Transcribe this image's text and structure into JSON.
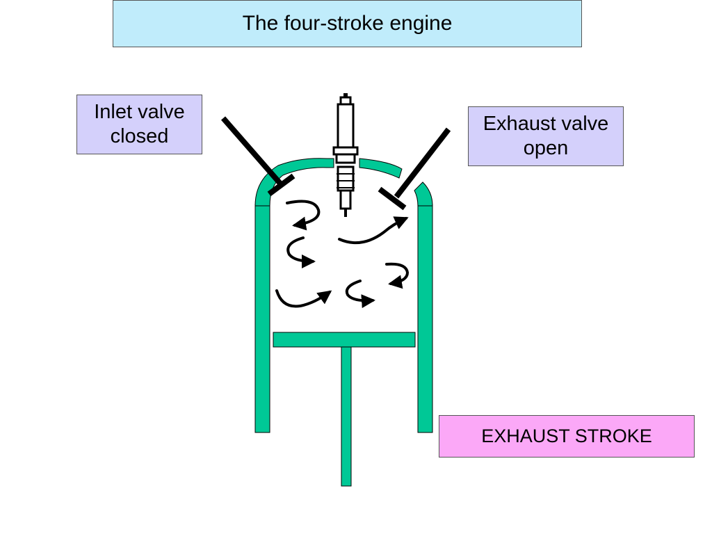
{
  "title": "The four-stroke engine",
  "inlet_valve": {
    "line1": "Inlet valve",
    "line2": "closed"
  },
  "exhaust_valve": {
    "line1": "Exhaust valve",
    "line2": "open"
  },
  "stroke_label": "EXHAUST STROKE",
  "colors": {
    "title_fill": "#c0ecfb",
    "valve_label_fill": "#d4d0fb",
    "stroke_label_fill": "#fba8f7",
    "cylinder": "#00c896",
    "outline": "#000000"
  }
}
